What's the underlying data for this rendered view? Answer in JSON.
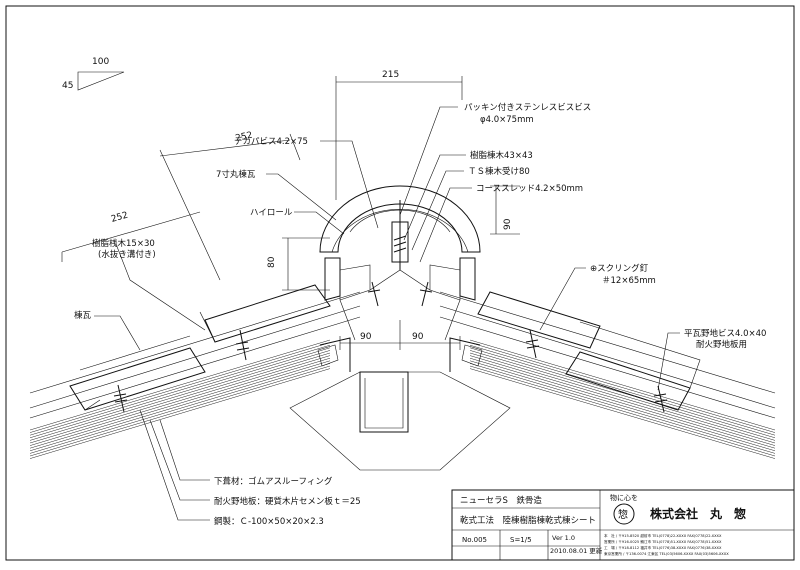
{
  "slope": {
    "run": "100",
    "rise": "45"
  },
  "dims": {
    "width_215": "215",
    "len_252_upper": "252",
    "len_252_lower": "252",
    "h_80": "80",
    "h_90": "90",
    "w_90_left": "90",
    "w_90_right": "90"
  },
  "labels": {
    "packing_screw_1": "パッキン付きステンレスビスビス",
    "packing_screw_2": "φ4.0×75mm",
    "deca_screw": "デカパビス4.2×75",
    "resin_ridge_43": "樹脂棟木43×43",
    "ts_ridge": "ＴＳ棟木受け80",
    "course_thread": "コーススレッド4.2×50mm",
    "ridge_tile_7": "7寸丸棟瓦",
    "high_roll": "ハイロール",
    "resin_batten_1": "樹脂桟木15×30",
    "resin_batten_2": "(水抜き溝付き)",
    "scring_nail_1": "⊕スクリング釘",
    "scring_nail_2": "＃12×65mm",
    "ridge_tile": "棟瓦",
    "flat_tile_screw_1": "平瓦野地ビス4.0×40",
    "flat_tile_screw_2": "耐火野地板用",
    "underlay": "下葺材：ゴムアスルーフィング",
    "fire_board": "耐火野地板：硬質木片セメン板ｔ＝25",
    "steel_purlin": "鋼製：Ｃ-100×50×20×2.3"
  },
  "title_block": {
    "project": "ニューセラS　鉄骨造",
    "drawing_title": "乾式工法　陸棟樹脂棟乾式棟シート",
    "number": "No.005",
    "scale": "S=1/5",
    "version": "Ver 1.0",
    "date": "2010.08.01 更新",
    "company_tag": "物に心を",
    "company_name": "株式会社　丸　惣",
    "seal_char": "惣",
    "small_print": [
      "本　社 / 〒915-8520 越前市 TEL(0778)22-XXXX FAX(0778)22-XXXX",
      "営業所 / 〒916-0025 鯖江市 TEL(0778)51-XXXX FAX(0778)51-XXXX",
      "工　場 / 〒918-8112 福井市 TEL(0776)38-XXXX FAX(0776)38-XXXX",
      "東京営業所 / 〒136-0074 江東区 TEL(03)5606-XXXX FAX(03)5606-XXXX"
    ]
  }
}
